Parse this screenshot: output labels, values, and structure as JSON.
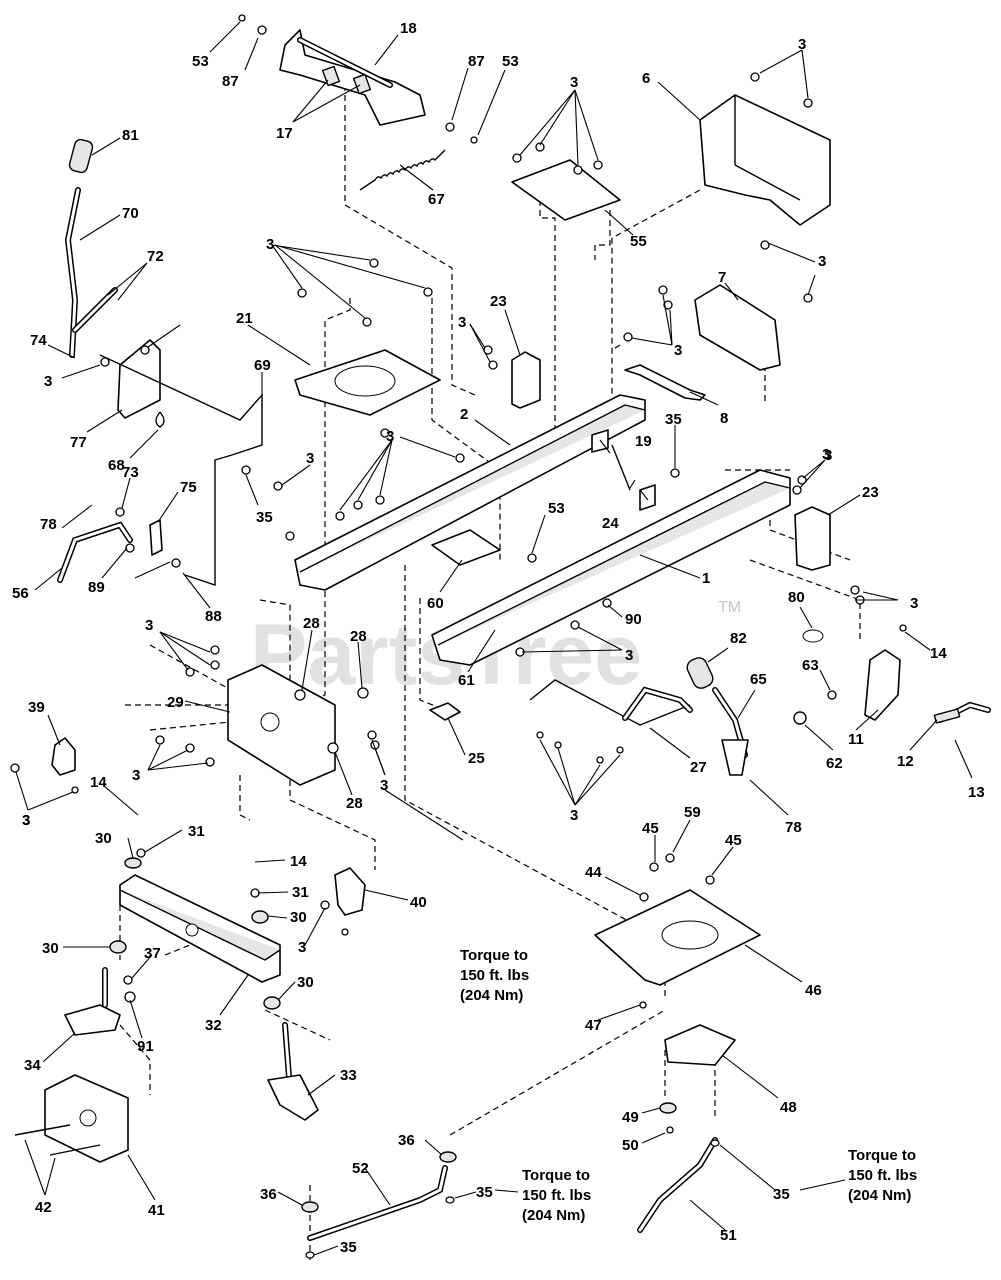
{
  "watermark": {
    "text": "PartsTree",
    "tm": "TM"
  },
  "torque_notes": [
    {
      "line1": "Torque to",
      "line2": "150 ft. lbs",
      "line3": "(204 Nm)"
    },
    {
      "line1": "Torque to",
      "line2": "150 ft. lbs",
      "line3": "(204 Nm)"
    },
    {
      "line1": "Torque to",
      "line2": "150 ft. lbs",
      "line3": "(204 Nm)"
    }
  ],
  "callouts": [
    "53",
    "87",
    "18",
    "87",
    "53",
    "17",
    "67",
    "81",
    "70",
    "72",
    "74",
    "3",
    "77",
    "68",
    "69",
    "35",
    "3",
    "73",
    "75",
    "78",
    "56",
    "89",
    "88",
    "3",
    "21",
    "3",
    "23",
    "3",
    "2",
    "19",
    "24",
    "3",
    "55",
    "3",
    "6",
    "3",
    "7",
    "3",
    "3",
    "8",
    "35",
    "3",
    "23",
    "3",
    "1",
    "53",
    "90",
    "3",
    "61",
    "60",
    "3",
    "28",
    "28",
    "29",
    "3",
    "3",
    "3",
    "39",
    "3",
    "28",
    "25",
    "82",
    "65",
    "80",
    "14",
    "63",
    "62",
    "11",
    "12",
    "13",
    "78",
    "27",
    "3",
    "14",
    "30",
    "31",
    "14",
    "31",
    "30",
    "40",
    "3",
    "30",
    "37",
    "32",
    "34",
    "91",
    "30",
    "33",
    "45",
    "59",
    "45",
    "44",
    "46",
    "47",
    "48",
    "49",
    "50",
    "42",
    "41",
    "36",
    "52",
    "36",
    "35",
    "35",
    "51",
    "35"
  ]
}
